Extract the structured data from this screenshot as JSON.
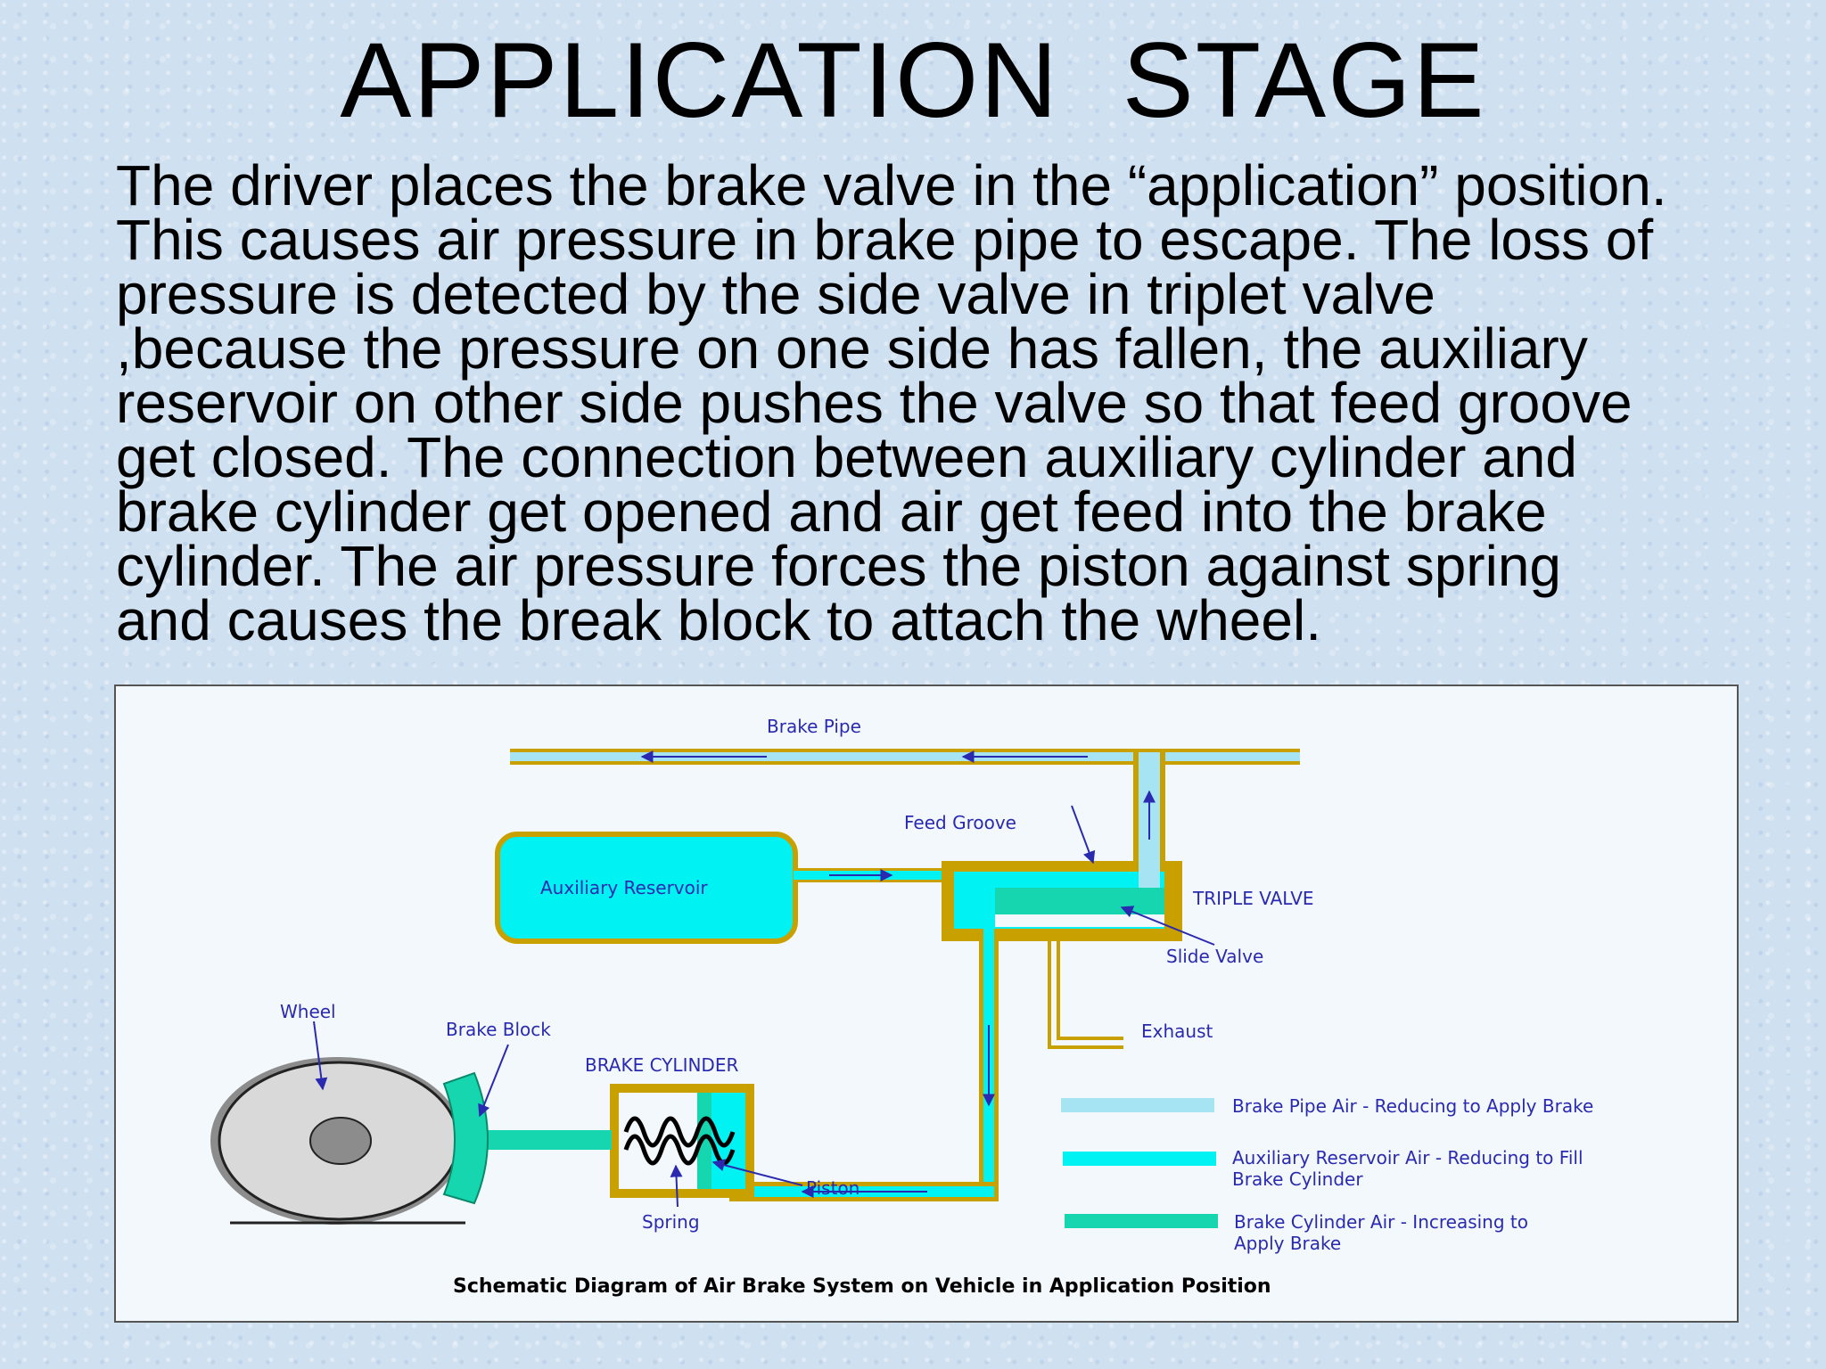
{
  "slide": {
    "title": "APPLICATION  STAGE",
    "paragraph_lines": [
      "The driver places the brake valve in the “application” position.",
      "This causes air pressure in brake pipe to escape. The loss of",
      "pressure is detected by the side valve in triplet valve",
      ",because the pressure on one side has fallen, the auxiliary",
      "reservoir on other side pushes the valve so that feed groove",
      "get closed. The connection between auxiliary cylinder and",
      "brake cylinder get opened and air get feed into the brake",
      "cylinder. The air pressure forces the piston against spring",
      "and causes the break block to attach the wheel."
    ]
  },
  "diagram": {
    "labels": {
      "brake_pipe": "Brake Pipe",
      "feed_groove": "Feed Groove",
      "auxiliary_reservoir": "Auxiliary Reservoir",
      "triple_valve": "TRIPLE VALVE",
      "slide_valve": "Slide Valve",
      "exhaust": "Exhaust",
      "wheel": "Wheel",
      "brake_block": "Brake Block",
      "brake_cylinder": "BRAKE CYLINDER",
      "piston": "Piston",
      "spring": "Spring"
    },
    "legend": [
      {
        "line1": "Brake Pipe Air - Reducing to Apply Brake",
        "line2": "",
        "color": "#a6e4f4"
      },
      {
        "line1": "Auxiliary Reservoir Air - Reducing to Fill",
        "line2": "Brake Cylinder",
        "color": "#00f2f2"
      },
      {
        "line1": "Brake Cylinder Air - Increasing to",
        "line2": "Apply Brake",
        "color": "#16d6b0"
      }
    ],
    "caption": "Schematic Diagram of Air Brake System on Vehicle in Application Position",
    "colors": {
      "pipe_outline": "#c8a000",
      "label_text": "#2a2ab0",
      "brake_pipe_air": "#a6e4f4",
      "reservoir_air": "#00f2f2",
      "cylinder_air": "#16d6b0"
    }
  }
}
